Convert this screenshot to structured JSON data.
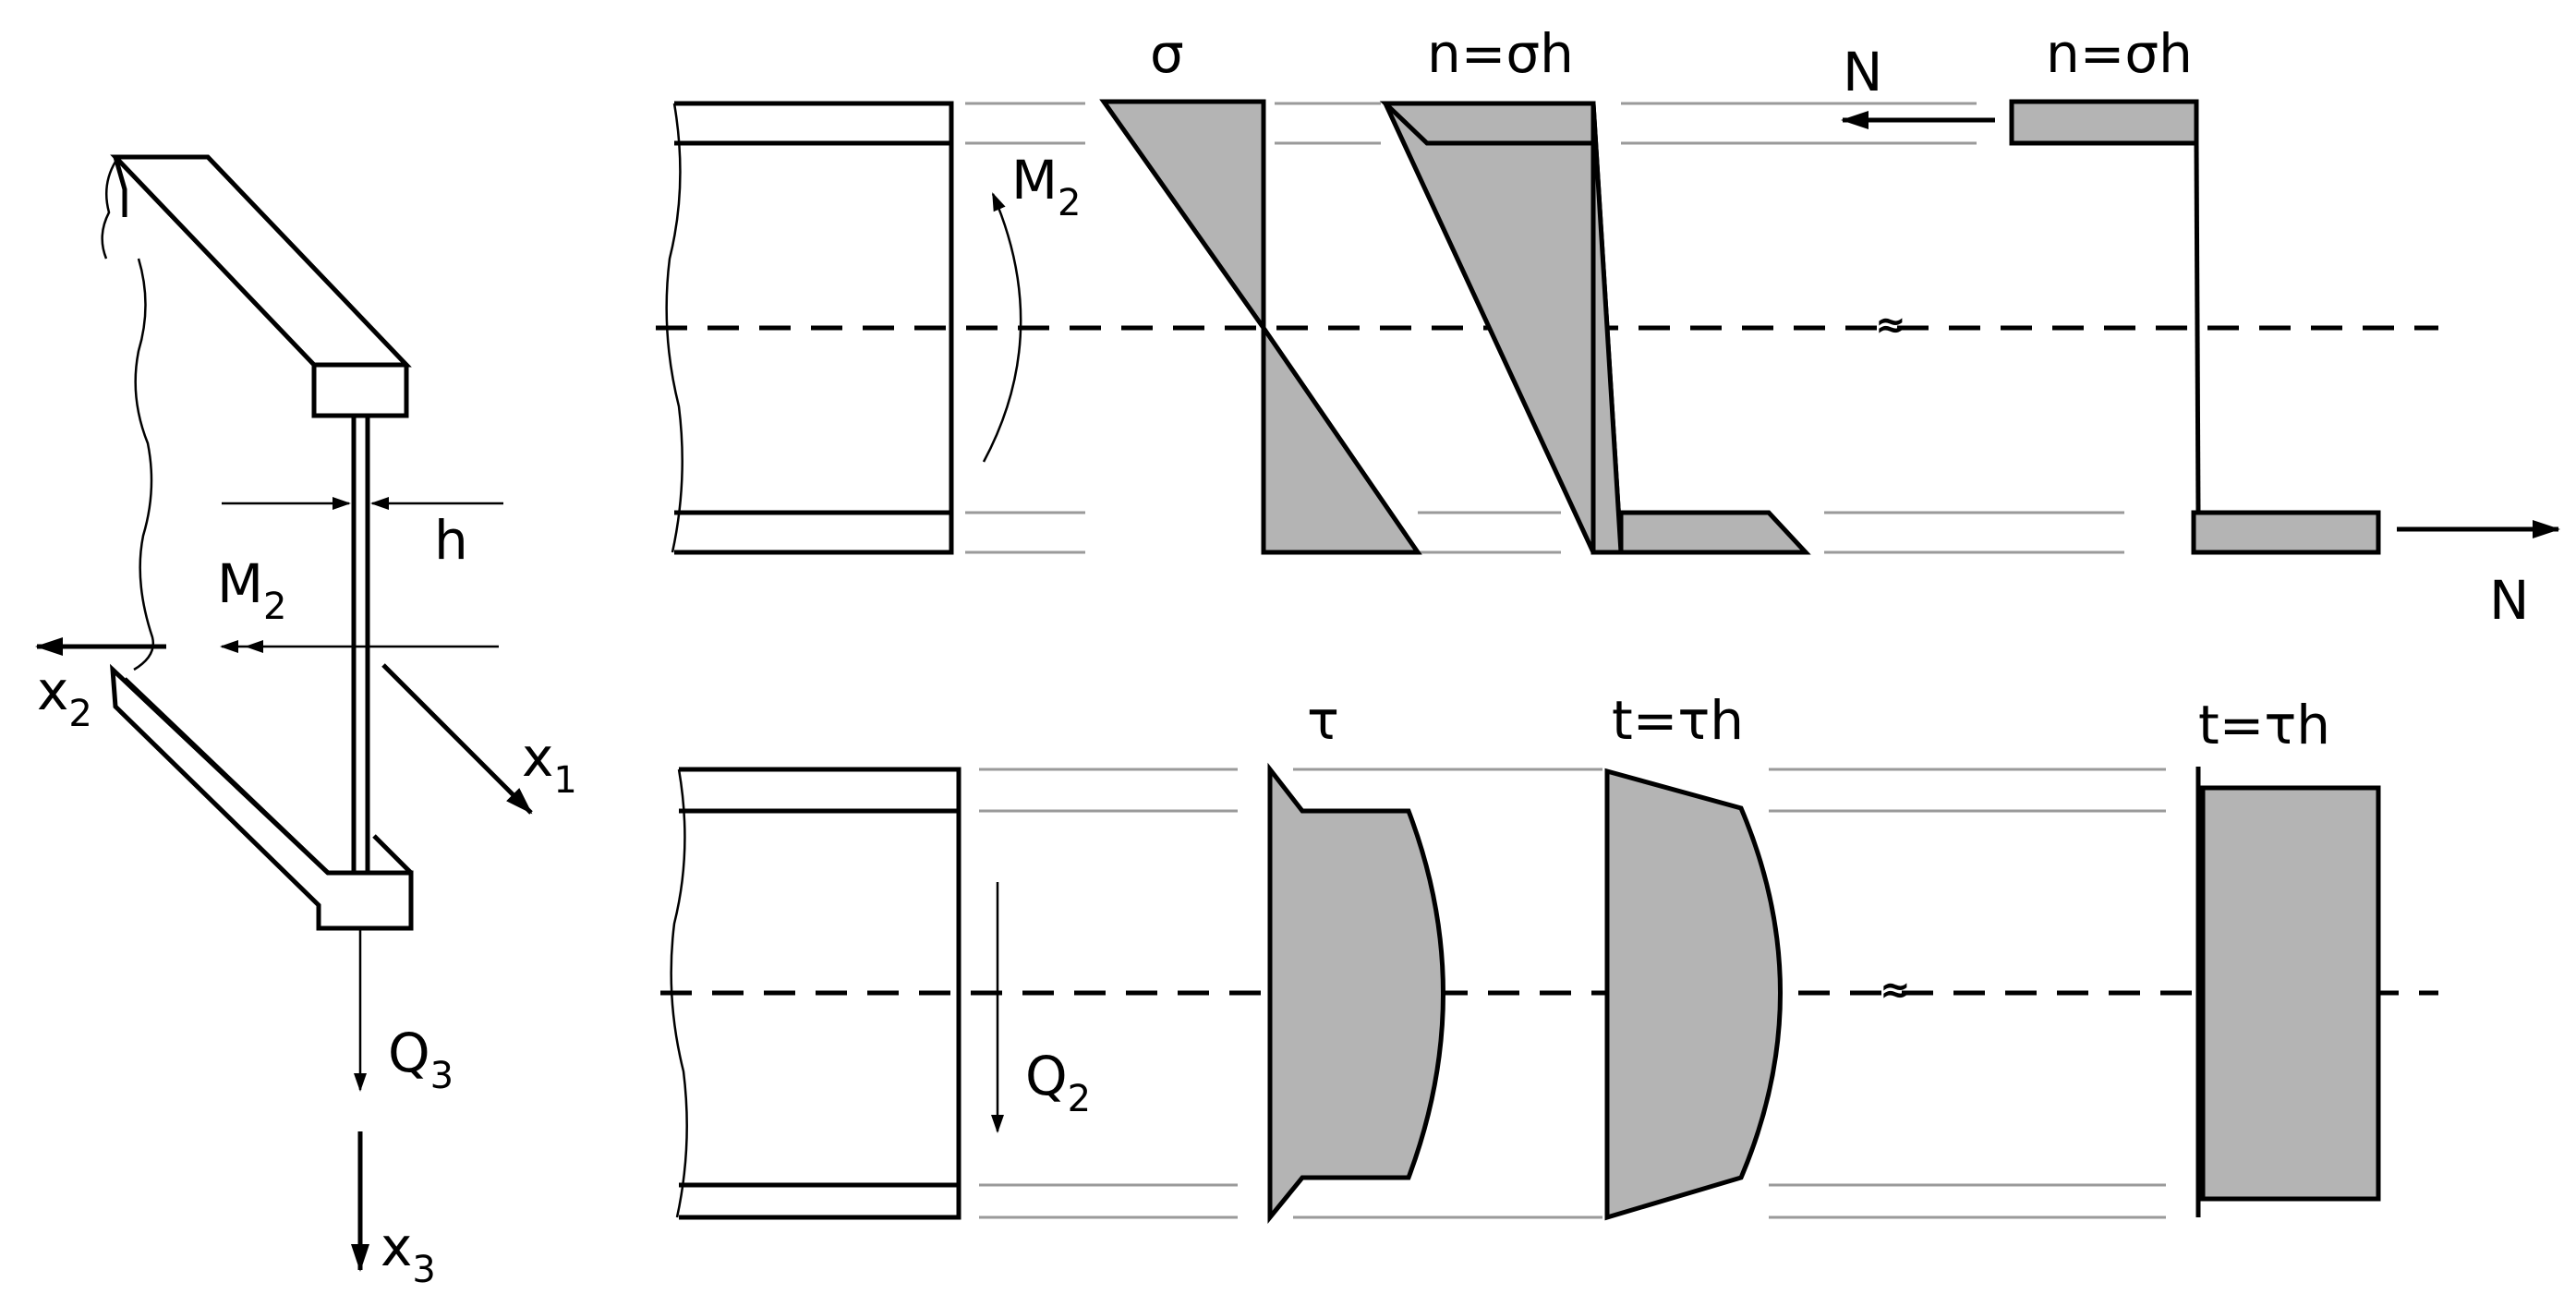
{
  "colors": {
    "stroke": "#000000",
    "fill": "#b4b4b4",
    "guide": "#9a9a9a",
    "background": "#ffffff"
  },
  "beam": {
    "x1_label": "x",
    "x1_sub": "1",
    "x2_label": "x",
    "x2_sub": "2",
    "x3_label": "x",
    "x3_sub": "3",
    "h_label": "h",
    "m2_label": "M",
    "m2_sub": "2",
    "q3_label": "Q",
    "q3_sub": "3"
  },
  "top_panel": {
    "moment_label": "M",
    "moment_sub": "2",
    "sigma_label": "σ",
    "n_label_1": "n=σh",
    "n_label_2": "n=σh",
    "N_top_label": "N",
    "N_bottom_label": "N",
    "approx_symbol": "≈"
  },
  "bottom_panel": {
    "shear_label": "Q",
    "shear_sub": "2",
    "tau_label": "τ",
    "t_label_1": "t=τh",
    "t_label_2": "t=τh",
    "approx_symbol": "≈"
  }
}
